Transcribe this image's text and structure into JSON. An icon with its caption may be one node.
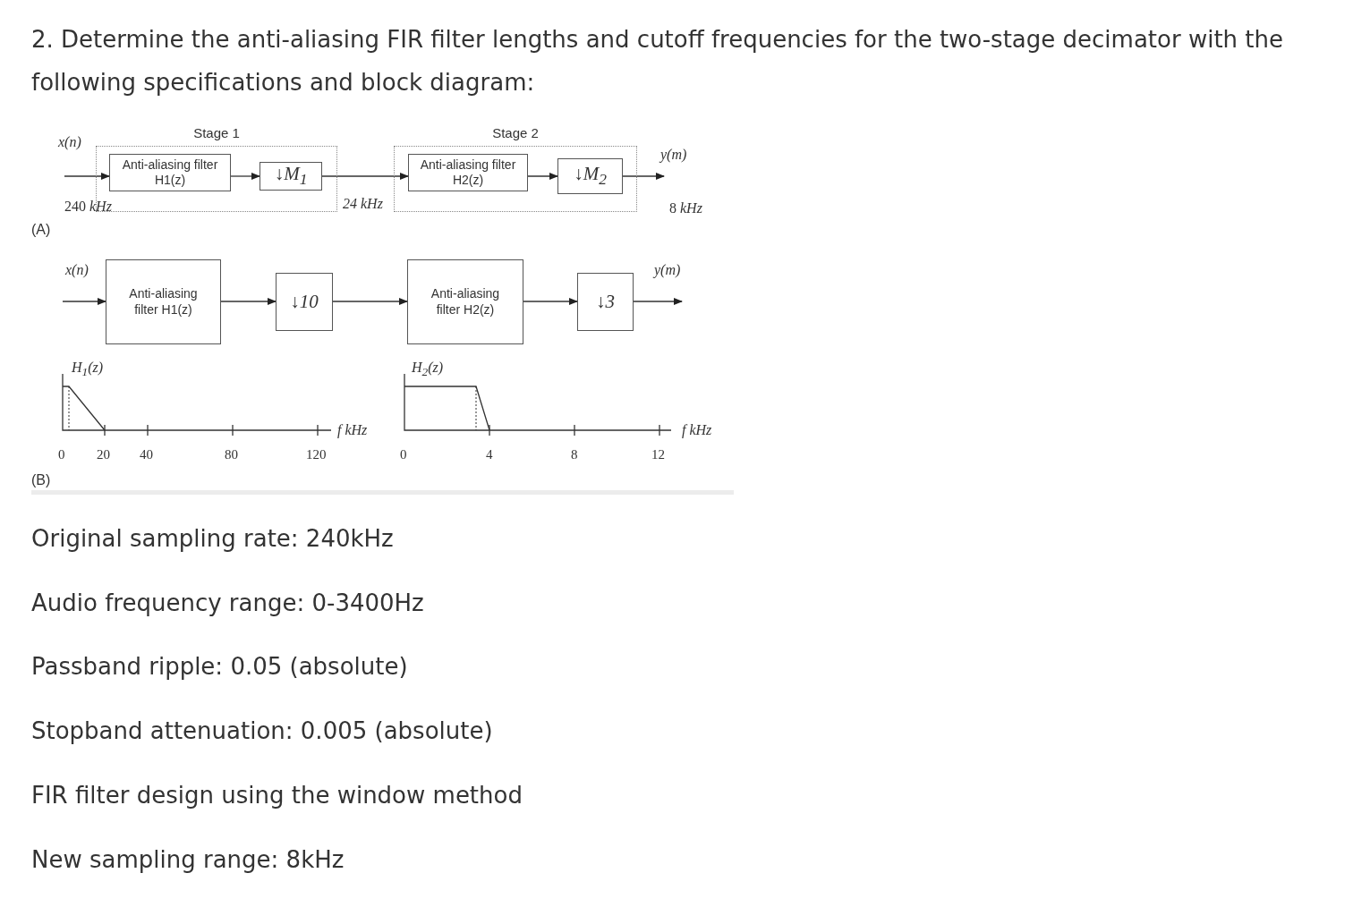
{
  "diagram": {
    "title": "2. Determine the anti-aliasing FIR filter lengths and cutoff frequencies for the two-stage decimator with the following specifications and block diagram:",
    "nodes": [
      {
        "text": [
          "Stage 1"
        ]
      },
      {
        "text": [
          "Anti-aliasing filter H1(z)"
        ],
        "in": 0
      },
      {
        "text": [
          "↓M$_{1}$"
        ],
        "in": 0
      },
      {
        "text": [
          "Stage 2"
        ]
      },
      {
        "text": [
          "Anti-aliasing filter H2(z)"
        ],
        "in": 3
      },
      {
        "text": [
          "↓M$_{2}$"
        ],
        "in": 3
      },
      {
        "text": [
          "Anti-aliasing filter H1(z)"
        ]
      },
      {
        "text": [
          "↓10"
        ]
      },
      {
        "text": [
          "Anti-aliasing filter H2(z)"
        ]
      },
      {
        "text": [
          "↓3"
        ]
      }
    ],
    "edges": [
      {
        "from": null,
        "to": 1,
        "arrow": "to",
        "label": "x(n)"
      },
      {
        "from": 1,
        "to": 2,
        "arrow": "to"
      },
      {
        "from": 2,
        "to": 4,
        "arrow": "to",
        "label": "24 *kHz*"
      },
      {
        "from": 4,
        "to": 5,
        "arrow": "to"
      },
      {
        "from": 5,
        "to": null,
        "arrow": "to",
        "label": "y(m)"
      },
      {
        "from": null,
        "to": 6,
        "arrow": "to",
        "label": "x(n)"
      },
      {
        "from": 6,
        "to": 7,
        "arrow": "to"
      },
      {
        "from": 7,
        "to": 8,
        "arrow": "to"
      },
      {
        "from": 8,
        "to": 9,
        "arrow": "to"
      },
      {
        "from": 9,
        "to": null,
        "arrow": "to",
        "label": "y(m)"
      }
    ],
    "labels": [
      "240 *kHz*",
      "8 *kHz*",
      "(A)",
      "H$_{1}$(z)",
      "f kHz",
      "0",
      "20",
      "40",
      "80",
      "120",
      "H$_{2}$(z)",
      "f kHz",
      "0",
      "4",
      "8",
      "12",
      "(B)",
      "Original sampling rate: 240kHz",
      "Audio frequency range: 0-3400Hz",
      "Passband ripple: 0.05 (absolute)",
      "Stopband attenuation: 0.005 (absolute)",
      "FIR filter design using the window method",
      "New sampling range: 8kHz"
    ]
  }
}
